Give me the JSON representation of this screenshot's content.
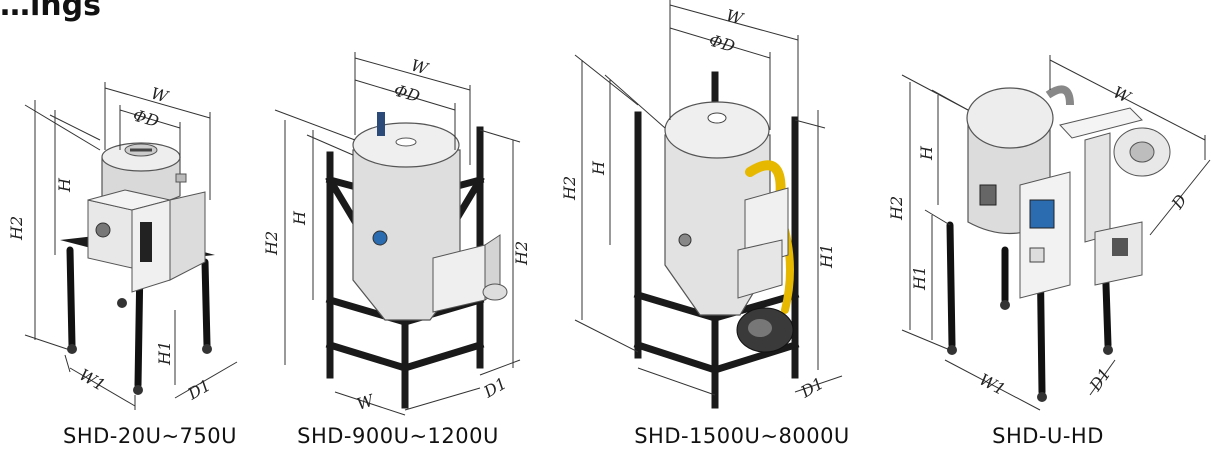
{
  "heading_fragment": "…ings",
  "figures": [
    {
      "model": "SHD-20U~750U",
      "dims": {
        "w": "W",
        "phi_d": "ΦD",
        "h": "H",
        "h2": "H2",
        "h1": "H1",
        "w1": "W1",
        "d1": "D1"
      }
    },
    {
      "model": "SHD-900U~1200U",
      "dims": {
        "w_top": "W",
        "phi_d": "ΦD",
        "h": "H",
        "h2_left": "H2",
        "h2_right": "H2",
        "w_bottom": "W",
        "d1": "D1"
      }
    },
    {
      "model": "SHD-1500U~8000U",
      "dims": {
        "w": "W",
        "phi_d": "ΦD",
        "h": "H",
        "h2": "H2",
        "h1": "H1",
        "d1": "D1"
      }
    },
    {
      "model": "SHD-U-HD",
      "dims": {
        "w": "W",
        "h": "H",
        "h2": "H2",
        "h1": "H1",
        "d": "D",
        "w1": "W1",
        "d1": "D1"
      }
    }
  ],
  "colors": {
    "steel_light": "#eeeeee",
    "steel_mid": "#c9c9c9",
    "frame": "#1a1a1a",
    "panel_blue": "#2b6cb0",
    "hose_yellow": "#e6b800",
    "dimension_line": "#333333"
  }
}
